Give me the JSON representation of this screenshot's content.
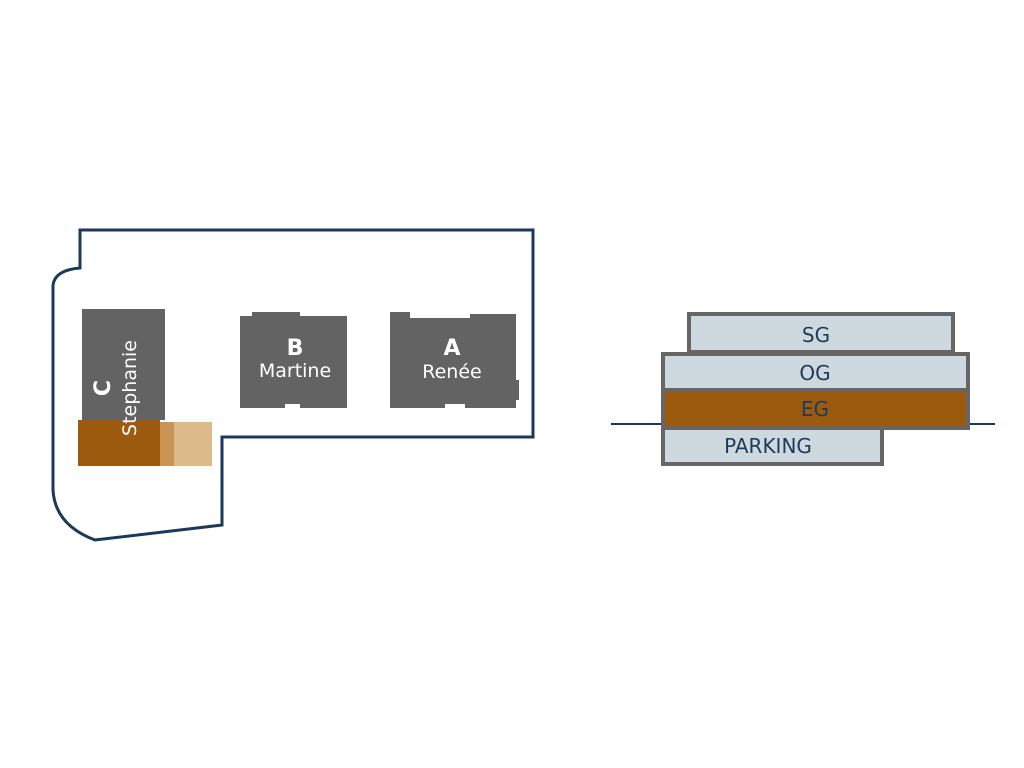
{
  "colors": {
    "outline": "#1a3a5c",
    "building": "#636363",
    "highlight": "#9c5a0f",
    "highlight_light": "#dcba8a",
    "floor_fill": "#cdd9de",
    "floor_border": "#666666",
    "ground_line": "#1a3a5c"
  },
  "site_plan": {
    "buildings": [
      {
        "letter": "A",
        "name": "Renée"
      },
      {
        "letter": "B",
        "name": "Martine"
      },
      {
        "letter": "C",
        "name": "Stephanie"
      }
    ]
  },
  "section": {
    "floors": [
      {
        "label": "SG"
      },
      {
        "label": "OG"
      },
      {
        "label": "EG",
        "highlighted": true
      },
      {
        "label": "PARKING"
      }
    ]
  }
}
